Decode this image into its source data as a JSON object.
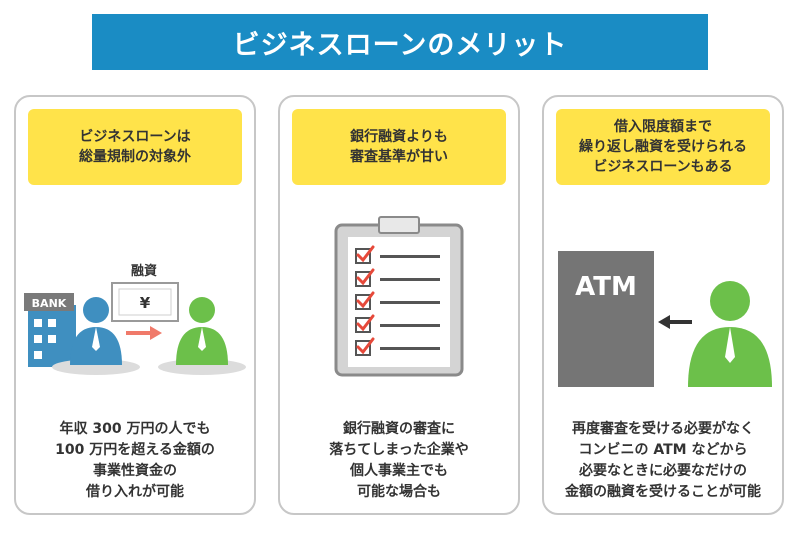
{
  "title": "ビジネスローンのメリット",
  "cards": [
    {
      "heading": [
        "ビジネスローンは",
        "総量規制の対象外"
      ],
      "illustration": {
        "bank_sign": "BANK",
        "loan_label": "融資",
        "currency_symbol": "¥"
      },
      "description": [
        "年収 300 万円の人でも",
        "100 万円を超える金額の",
        "事業性資金の",
        "借り入れが可能"
      ]
    },
    {
      "heading": [
        "銀行融資よりも",
        "審査基準が甘い"
      ],
      "illustration": {
        "checklist_items": 5
      },
      "description": [
        "銀行融資の審査に",
        "落ちてしまった企業や",
        "個人事業主でも",
        "可能な場合も"
      ]
    },
    {
      "heading": [
        "借入限度額まで",
        "繰り返し融資を受けられる",
        "ビジネスローンもある"
      ],
      "illustration": {
        "atm_label": "ATM"
      },
      "description": [
        "再度審査を受ける必要がなく",
        "コンビニの ATM などから",
        "必要なときに必要なだけの",
        "金額の融資を受けることが可能"
      ]
    }
  ],
  "colors": {
    "title_bg": "#1a8cc4",
    "heading_bg": "#ffe34a",
    "person_green": "#6cc04a",
    "person_blue": "#3f8fc0",
    "arrow_red": "#f07a6a",
    "atm_gray": "#757575",
    "check_red": "#e6493a"
  }
}
